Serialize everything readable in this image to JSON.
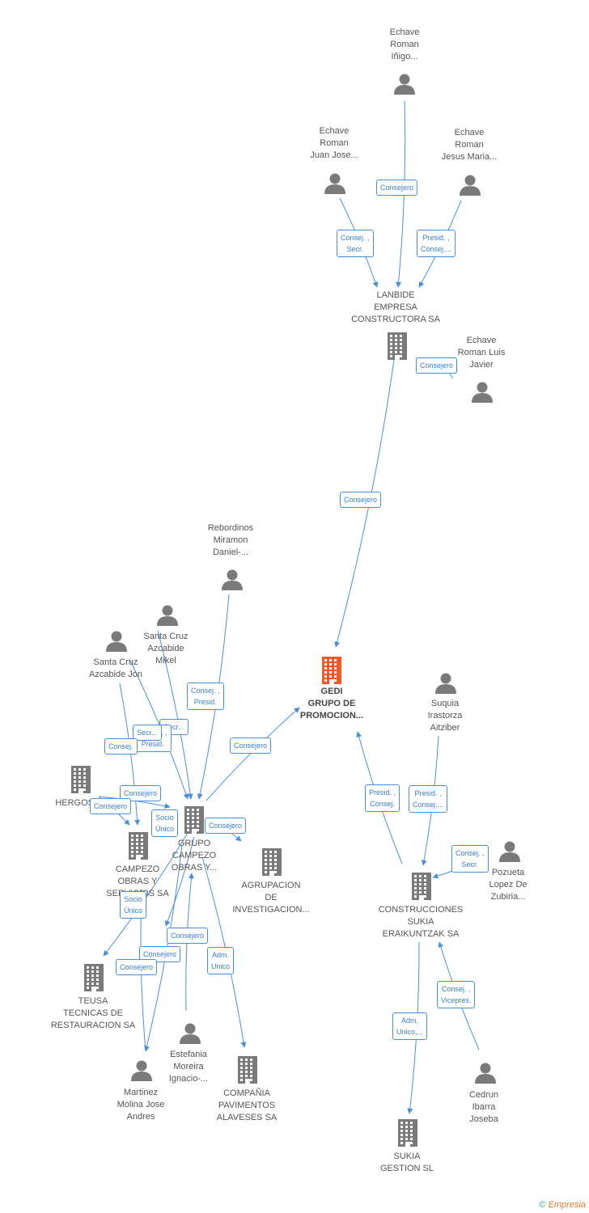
{
  "colors": {
    "edge": "#4a90d9",
    "person": "#7a7a7a",
    "company": "#7a7a7a",
    "main_company": "#f05a28"
  },
  "nodes": [
    {
      "id": "echave-inigo",
      "type": "person",
      "label": "Echave\nRoman\nIñigo..."
    },
    {
      "id": "echave-juanjose",
      "type": "person",
      "label": "Echave\nRoman\nJuan Jose..."
    },
    {
      "id": "echave-jesusmaria",
      "type": "person",
      "label": "Echave\nRoman\nJesus Maria..."
    },
    {
      "id": "lanbide",
      "type": "company",
      "label": "LANBIDE\nEMPRESA\nCONSTRUCTORA SA"
    },
    {
      "id": "echave-luisjavier",
      "type": "person",
      "label": "Echave\nRoman Luis\nJavier"
    },
    {
      "id": "rebordinos",
      "type": "person",
      "label": "Rebordinos\nMiramon\nDaniel-..."
    },
    {
      "id": "santacruz-mikel",
      "type": "person",
      "label": "Santa Cruz\nAzcabide\nMikel"
    },
    {
      "id": "santacruz-jon",
      "type": "person",
      "label": "Santa Cruz\nAzcabide Jon"
    },
    {
      "id": "gedi",
      "type": "main",
      "label": "GEDI\nGRUPO DE\nPROMOCION..."
    },
    {
      "id": "suquia",
      "type": "person",
      "label": "Suquia\nIrastorza\nAitziber"
    },
    {
      "id": "hergosam",
      "type": "company",
      "label": "HERGOSAM..."
    },
    {
      "id": "grupo-campezo",
      "type": "company",
      "label": "GRUPO\nCAMPEZO\nOBRAS Y..."
    },
    {
      "id": "campezo-obras",
      "type": "company",
      "label": "CAMPEZO\nOBRAS Y\nSERVICIOS SA"
    },
    {
      "id": "agrupacion",
      "type": "company",
      "label": "AGRUPACION\nDE\nINVESTIGACION..."
    },
    {
      "id": "construcciones-sukia",
      "type": "company",
      "label": "CONSTRUCCIONES\nSUKIA\nERAIKUNTZAK SA"
    },
    {
      "id": "pozueta",
      "type": "person",
      "label": "Pozueta\nLopez De\nZubiria..."
    },
    {
      "id": "teusa",
      "type": "company",
      "label": "TEUSA\nTECNICAS DE\nRESTAURACION SA"
    },
    {
      "id": "estefania",
      "type": "person",
      "label": "Estefania\nMoreira\nIgnacio-..."
    },
    {
      "id": "martinez",
      "type": "person",
      "label": "Martinez\nMolina Jose\nAndres"
    },
    {
      "id": "compania-pavimentos",
      "type": "company",
      "label": "COMPAÑIA\nPAVIMENTOS\nALAVESES SA"
    },
    {
      "id": "cedrun",
      "type": "person",
      "label": "Cedrun\nIbarra\nJoseba"
    },
    {
      "id": "sukia-gestion",
      "type": "company",
      "label": "SUKIA\nGESTION SL"
    }
  ],
  "relations": [
    {
      "label": "Consejero"
    },
    {
      "label": "Consej. ,\nSecr."
    },
    {
      "label": "Presid. ,\nConsej...."
    },
    {
      "label": "Consejero"
    },
    {
      "label": "Consejero"
    },
    {
      "label": "Consejero"
    },
    {
      "label": "Consej. ,\nPresid."
    },
    {
      "label": "Secr..."
    },
    {
      "label": "Consej. ,\nPresid."
    },
    {
      "label": "Secr..."
    },
    {
      "label": "Consej."
    },
    {
      "label": "Consejero"
    },
    {
      "label": "Consejero"
    },
    {
      "label": "Consejero"
    },
    {
      "label": "Socio\nÚnico"
    },
    {
      "label": "Consejero"
    },
    {
      "label": "Socio\nÚnico"
    },
    {
      "label": "Consejero"
    },
    {
      "label": "Consejero"
    },
    {
      "label": "Consejero"
    },
    {
      "label": "Adm.\nUnico"
    },
    {
      "label": "Presid. ,\nConsej."
    },
    {
      "label": "Presid. ,\nConsej...."
    },
    {
      "label": "Consej. ,\nSecr."
    },
    {
      "label": "Consej. ,\nVicepres."
    },
    {
      "label": "Adm.\nUnico,..."
    }
  ],
  "footer": {
    "copyright": "©",
    "brand": "Empresia"
  }
}
